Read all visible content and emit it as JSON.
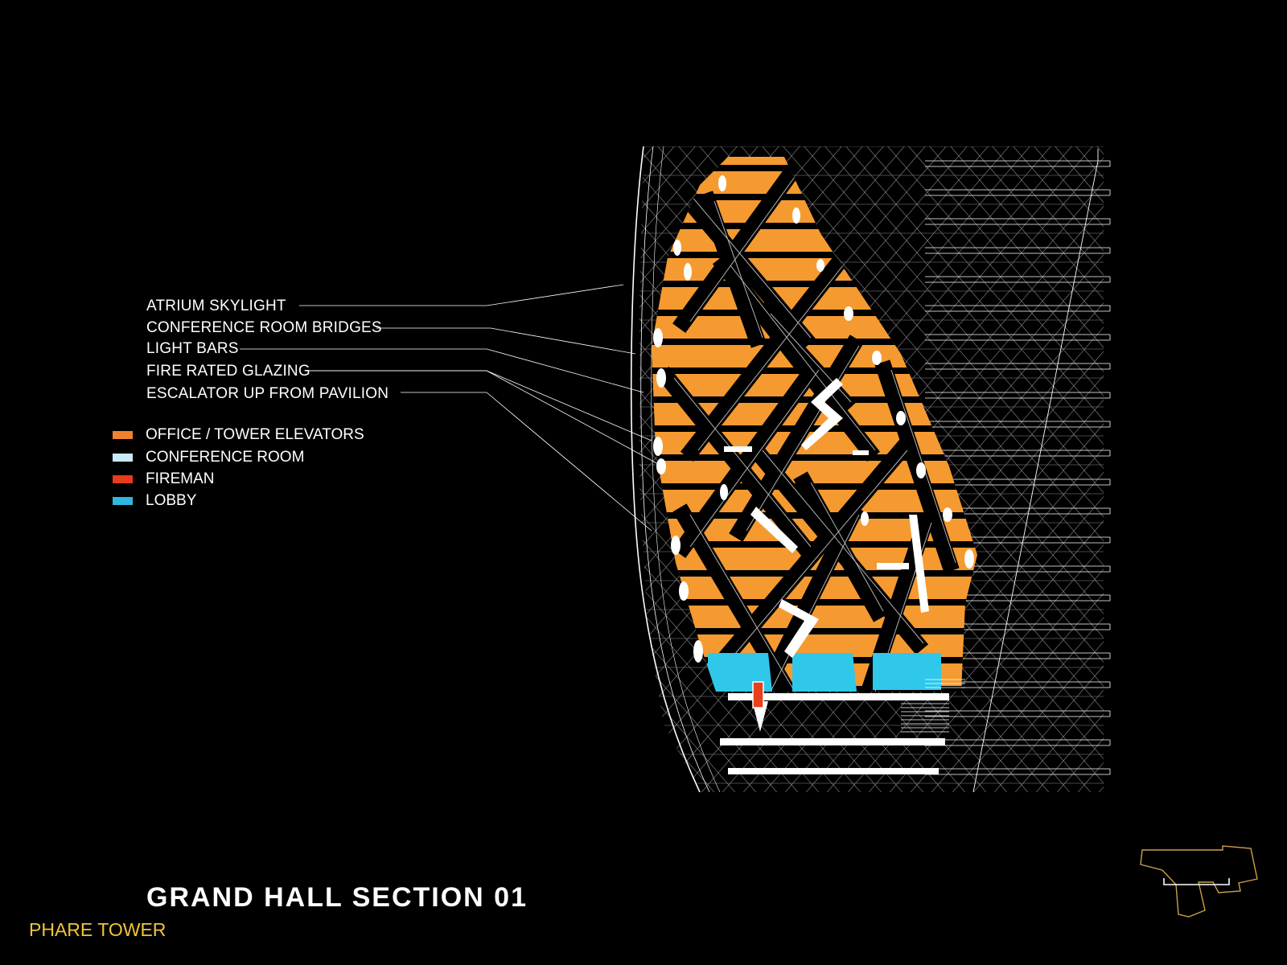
{
  "callouts": [
    "ATRIUM SKYLIGHT",
    "CONFERENCE ROOM BRIDGES",
    "LIGHT BARS",
    "FIRE RATED GLAZING",
    "ESCALATOR UP FROM PAVILION"
  ],
  "legend": [
    {
      "label": "OFFICE / TOWER ELEVATORS",
      "color": "#f0822f"
    },
    {
      "label": "CONFERENCE ROOM",
      "color": "#c8eaf5"
    },
    {
      "label": "FIREMAN",
      "color": "#e83a1c"
    },
    {
      "label": "LOBBY",
      "color": "#2fb7de"
    }
  ],
  "colors": {
    "office": "#f59a30",
    "lobby": "#2fc8ea",
    "fireman": "#e8401c",
    "linework": "#ffffff",
    "brand": "#f0c33a",
    "keyplan": "#c9a24a"
  },
  "title": "GRAND HALL SECTION 01",
  "subtitle": "PHARE TOWER"
}
